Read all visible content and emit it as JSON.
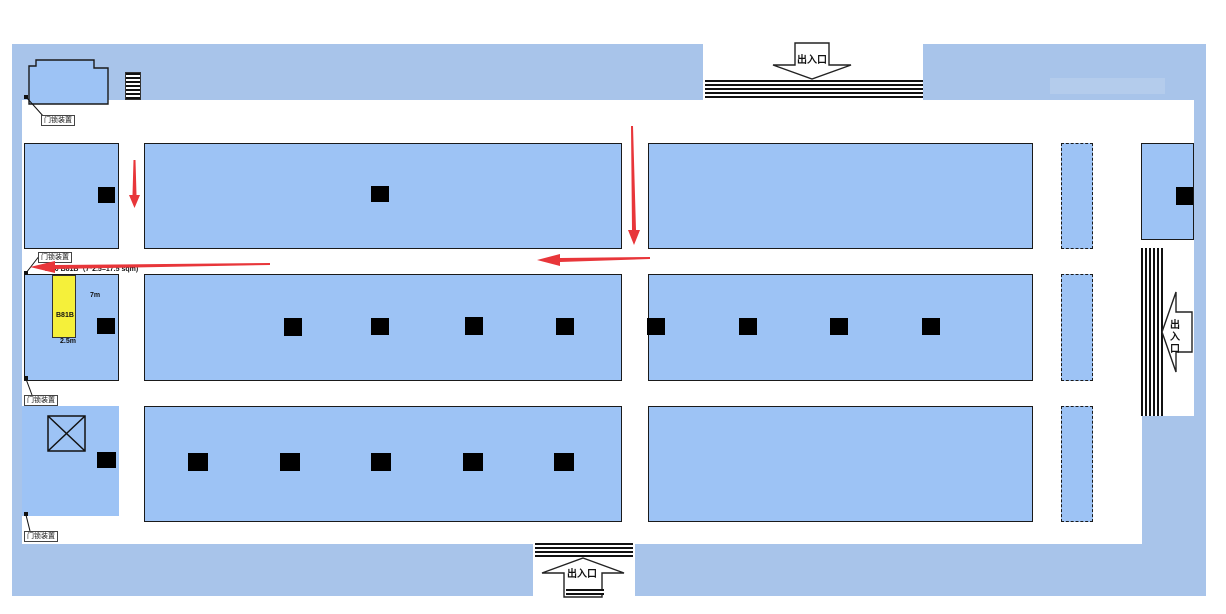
{
  "exits": {
    "top_label": "出入口",
    "right_label_chars": [
      "出",
      "入",
      "口"
    ],
    "bottom_label": "出入口"
  },
  "door_lock_label": "门锁装置",
  "booth": {
    "header": "10.0 B81B（7*2.5=17.5 sqm)",
    "code": "B81B",
    "width_label": "7m",
    "depth_label": "2.5m"
  },
  "colors": {
    "hall": "#9dc3f5",
    "outer": "#a8c4ea",
    "booth": "#f5f03a",
    "arrow": "#e8363a"
  }
}
